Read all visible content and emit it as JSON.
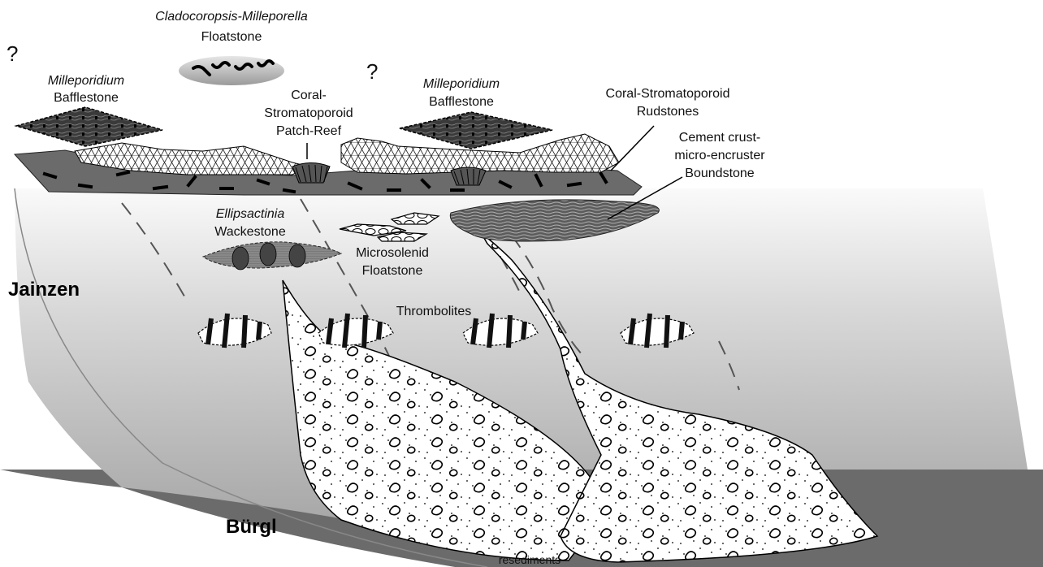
{
  "labels": {
    "cladocoropsis_title": "Cladocoropsis-Milleporella",
    "cladocoropsis_sub": "Floatstone",
    "question_left": "?",
    "question_mid": "?",
    "milleporidium_left_title": "Milleporidium",
    "milleporidium_left_sub": "Bafflestone",
    "milleporidium_right_title": "Milleporidium",
    "milleporidium_right_sub": "Bafflestone",
    "patch_reef_l1": "Coral-",
    "patch_reef_l2": "Stromatoporoid",
    "patch_reef_l3": "Patch-Reef",
    "rudstones_l1": "Coral-Stromatoporoid",
    "rudstones_l2": "Rudstones",
    "cement_l1": "Cement crust-",
    "cement_l2": "micro-encruster",
    "cement_l3": "Boundstone",
    "ellipsactinia_title": "Ellipsactinia",
    "ellipsactinia_sub": "Wackestone",
    "microsolenid_l1": "Microsolenid",
    "microsolenid_l2": "Floatstone",
    "thrombolites": "Thrombolites",
    "jainzen": "Jainzen",
    "burgl": "Bürgl",
    "resediments": "resediments"
  },
  "colors": {
    "dark_gray": "#6b6b6b",
    "slope_top": "#f2f2f2",
    "slope_bottom": "#a9a9a9",
    "outline": "#000000"
  }
}
